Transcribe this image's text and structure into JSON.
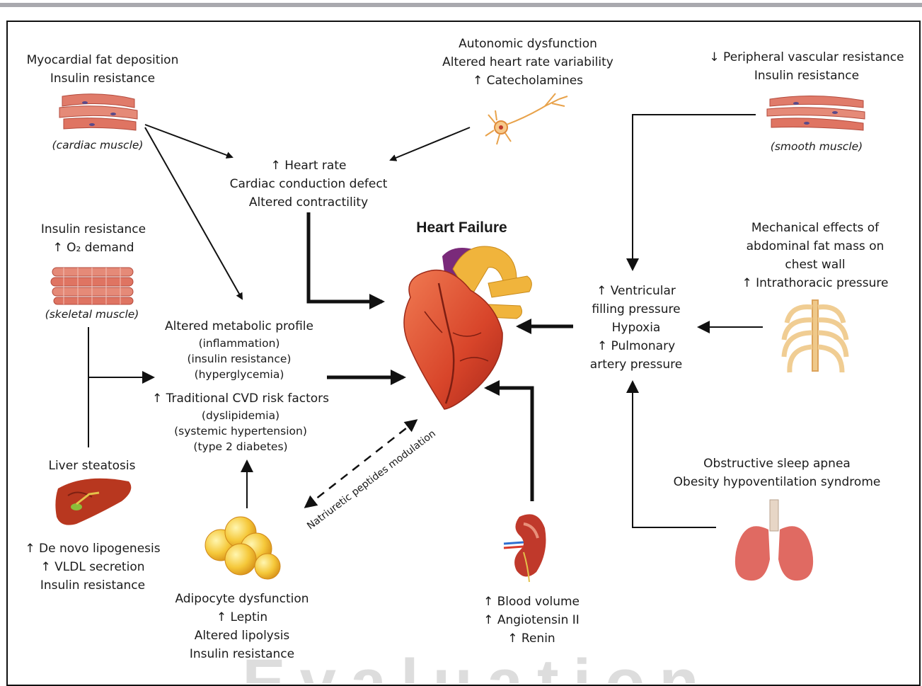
{
  "title": "Heart Failure",
  "watermark": "Evaluation",
  "groups": {
    "cardiac": {
      "lines": [
        "Myocardial fat deposition",
        "Insulin resistance"
      ],
      "caption": "(cardiac muscle)"
    },
    "autonomic": {
      "lines": [
        "Autonomic dysfunction",
        "Altered heart rate variability",
        "↑ Catecholamines"
      ]
    },
    "vascular": {
      "lines": [
        "↓ Peripheral vascular resistance",
        "Insulin resistance"
      ],
      "caption": "(smooth muscle)"
    },
    "heart_rate": {
      "lines": [
        "↑ Heart rate",
        "Cardiac conduction defect",
        "Altered contractility"
      ]
    },
    "skeletal": {
      "lines": [
        "Insulin resistance",
        "↑ O₂ demand"
      ],
      "caption": "(skeletal muscle)"
    },
    "mechanical": {
      "lines": [
        "Mechanical effects of",
        "abdominal fat mass on",
        "chest wall",
        "↑ Intrathoracic pressure"
      ]
    },
    "ventricular": {
      "lines": [
        "↑ Ventricular",
        "filling pressure",
        "Hypoxia",
        "↑ Pulmonary",
        "artery pressure"
      ]
    },
    "metabolic": {
      "lines": [
        "Altered metabolic profile",
        "(inflammation)",
        "(insulin resistance)",
        "(hyperglycemia)"
      ]
    },
    "cvd": {
      "lines": [
        "↑ Traditional CVD risk factors",
        "(dyslipidemia)",
        "(systemic hypertension)",
        "(type 2 diabetes)"
      ]
    },
    "liver_title": {
      "lines": [
        "Liver steatosis"
      ]
    },
    "liver": {
      "lines": [
        "↑ De novo lipogenesis",
        "↑ VLDL secretion",
        "Insulin resistance"
      ]
    },
    "adipocyte": {
      "lines": [
        "Adipocyte dysfunction",
        "↑ Leptin",
        "Altered lipolysis",
        "Insulin resistance"
      ]
    },
    "kidney": {
      "lines": [
        "↑ Blood volume",
        "↑ Angiotensin II",
        "↑ Renin"
      ]
    },
    "apnea": {
      "lines": [
        "Obstructive sleep apnea",
        "Obesity hypoventilation syndrome"
      ]
    }
  },
  "natriuretic_label": "Natriuretic peptides modulation",
  "colors": {
    "heart": "#d8452a",
    "aorta": "#f0b43c",
    "muscle": "#e07b6a",
    "lung": "#e06a62",
    "liver": "#b8371f",
    "fat": "#f5c83a",
    "bone": "#f3d49c",
    "arrow": "#111111"
  }
}
